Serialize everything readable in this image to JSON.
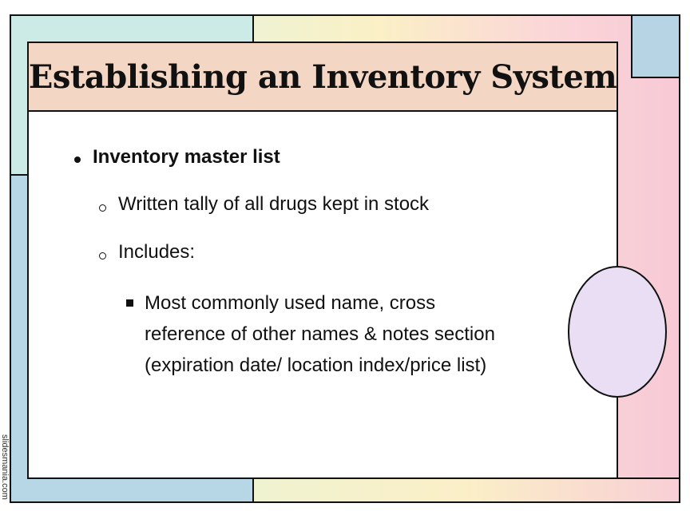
{
  "slide": {
    "title": "Establishing an Inventory System",
    "bullets": {
      "level1": "Inventory master list",
      "level2": [
        "Written tally of all drugs kept in stock",
        "Includes:"
      ],
      "level3_lines": [
        "Most commonly used name, cross",
        "reference of other names & notes section",
        "(expiration date/ location index/price list)"
      ]
    },
    "watermark": "slidesmania.com"
  },
  "colors": {
    "title_bar": "#f4d6c4",
    "oval_fill": "#e9def3",
    "top_left_block": "#cdebe6",
    "left_block": "#b8d7e6",
    "top_right_block": "#b7d4e4"
  }
}
